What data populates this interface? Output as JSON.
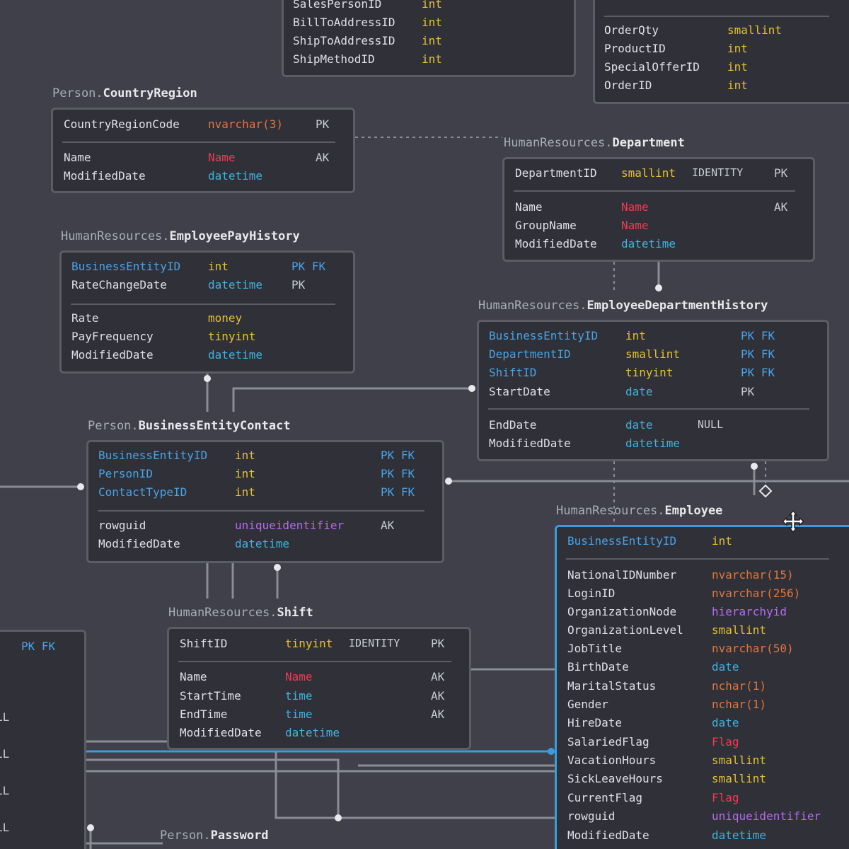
{
  "colors": {
    "background": "#3f4049",
    "table_bg": "#2f3038",
    "table_border": "#5b5d66",
    "selected_border": "#3b9bdf",
    "key_column": "#4aa3e6"
  },
  "tables": [
    {
      "schema": "",
      "name": "",
      "rows": [
        {
          "col": "SalesPersonID",
          "type": "int"
        },
        {
          "col": "BillToAddressID",
          "type": "int"
        },
        {
          "col": "ShipToAddressID",
          "type": "int"
        },
        {
          "col": "ShipMethodID",
          "type": "int"
        }
      ]
    },
    {
      "schema": "",
      "name": "",
      "rows": [
        {
          "col": "OrderQty",
          "type": "smallint"
        },
        {
          "col": "ProductID",
          "type": "int"
        },
        {
          "col": "SpecialOfferID",
          "type": "int"
        },
        {
          "col": "OrderID",
          "type": "int"
        }
      ]
    },
    {
      "schema": "Person.",
      "name": "CountryRegion",
      "rows": [
        {
          "col": "CountryRegionCode",
          "type": "nvarchar(3)",
          "flags": "PK"
        },
        {
          "col": "Name",
          "type": "Name",
          "flags": "AK"
        },
        {
          "col": "ModifiedDate",
          "type": "datetime"
        }
      ]
    },
    {
      "schema": "HumanResources.",
      "name": "Department",
      "rows": [
        {
          "col": "DepartmentID",
          "type": "smallint",
          "extra": "IDENTITY",
          "flags": "PK"
        },
        {
          "col": "Name",
          "type": "Name",
          "flags": "AK"
        },
        {
          "col": "GroupName",
          "type": "Name"
        },
        {
          "col": "ModifiedDate",
          "type": "datetime"
        }
      ]
    },
    {
      "schema": "HumanResources.",
      "name": "EmployeePayHistory",
      "rows": [
        {
          "col": "BusinessEntityID",
          "type": "int",
          "flags": "PK FK"
        },
        {
          "col": "RateChangeDate",
          "type": "datetime",
          "flags": "PK"
        },
        {
          "col": "Rate",
          "type": "money"
        },
        {
          "col": "PayFrequency",
          "type": "tinyint"
        },
        {
          "col": "ModifiedDate",
          "type": "datetime"
        }
      ]
    },
    {
      "schema": "HumanResources.",
      "name": "EmployeeDepartmentHistory",
      "rows": [
        {
          "col": "BusinessEntityID",
          "type": "int",
          "flags": "PK FK"
        },
        {
          "col": "DepartmentID",
          "type": "smallint",
          "flags": "PK FK"
        },
        {
          "col": "ShiftID",
          "type": "tinyint",
          "flags": "PK FK"
        },
        {
          "col": "StartDate",
          "type": "date",
          "flags": "PK"
        },
        {
          "col": "EndDate",
          "type": "date",
          "extra": "NULL"
        },
        {
          "col": "ModifiedDate",
          "type": "datetime"
        }
      ]
    },
    {
      "schema": "Person.",
      "name": "BusinessEntityContact",
      "rows": [
        {
          "col": "BusinessEntityID",
          "type": "int",
          "flags": "PK FK"
        },
        {
          "col": "PersonID",
          "type": "int",
          "flags": "PK FK"
        },
        {
          "col": "ContactTypeID",
          "type": "int",
          "flags": "PK FK"
        },
        {
          "col": "rowguid",
          "type": "uniqueidentifier",
          "flags": "AK"
        },
        {
          "col": "ModifiedDate",
          "type": "datetime"
        }
      ]
    },
    {
      "schema": "HumanResources.",
      "name": "Employee",
      "rows": [
        {
          "col": "BusinessEntityID",
          "type": "int"
        },
        {
          "col": "NationalIDNumber",
          "type": "nvarchar(15)"
        },
        {
          "col": "LoginID",
          "type": "nvarchar(256)"
        },
        {
          "col": "OrganizationNode",
          "type": "hierarchyid"
        },
        {
          "col": "OrganizationLevel",
          "type": "smallint"
        },
        {
          "col": "JobTitle",
          "type": "nvarchar(50)"
        },
        {
          "col": "BirthDate",
          "type": "date"
        },
        {
          "col": "MaritalStatus",
          "type": "nchar(1)"
        },
        {
          "col": "Gender",
          "type": "nchar(1)"
        },
        {
          "col": "HireDate",
          "type": "date"
        },
        {
          "col": "SalariedFlag",
          "type": "Flag"
        },
        {
          "col": "VacationHours",
          "type": "smallint"
        },
        {
          "col": "SickLeaveHours",
          "type": "smallint"
        },
        {
          "col": "CurrentFlag",
          "type": "Flag"
        },
        {
          "col": "rowguid",
          "type": "uniqueidentifier"
        },
        {
          "col": "ModifiedDate",
          "type": "datetime"
        }
      ]
    },
    {
      "schema": "HumanResources.",
      "name": "Shift",
      "rows": [
        {
          "col": "ShiftID",
          "type": "tinyint",
          "extra": "IDENTITY",
          "flags": "PK"
        },
        {
          "col": "Name",
          "type": "Name",
          "flags": "AK"
        },
        {
          "col": "StartTime",
          "type": "time",
          "flags": "AK"
        },
        {
          "col": "EndTime",
          "type": "time",
          "flags": "AK"
        },
        {
          "col": "ModifiedDate",
          "type": "datetime"
        }
      ]
    },
    {
      "schema": "",
      "name": "",
      "rows": [
        {
          "col": "",
          "type": "",
          "flags": "PK FK"
        },
        {
          "col": "",
          "type": "",
          "flags": "LL"
        },
        {
          "col": "",
          "type": "",
          "flags": "LL"
        },
        {
          "col": "",
          "type": "",
          "flags": "LL"
        },
        {
          "col": "",
          "type": "",
          "flags": "LL"
        }
      ]
    },
    {
      "schema": "Person.",
      "name": "Password",
      "rows": []
    }
  ]
}
